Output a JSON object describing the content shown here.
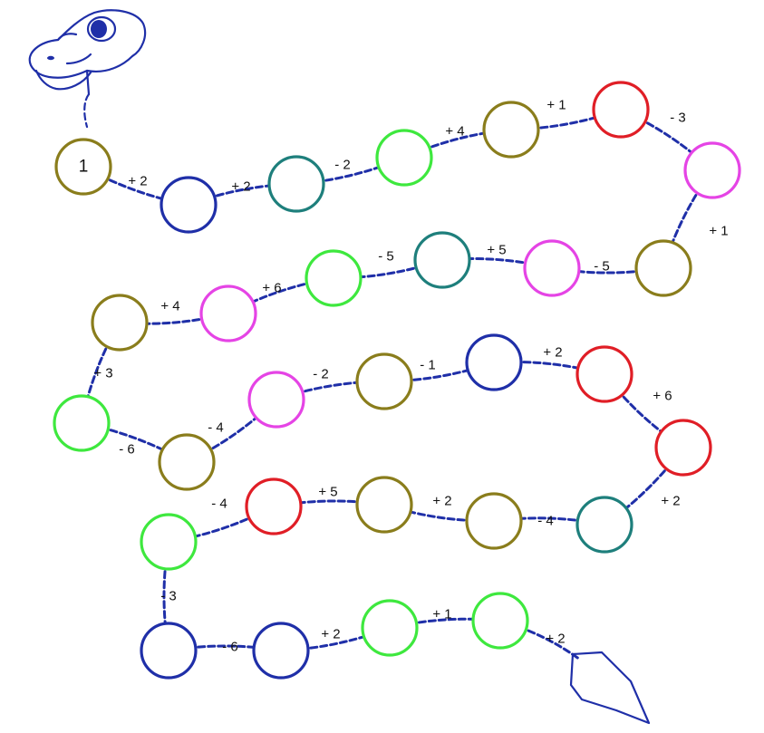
{
  "colors": {
    "path": "#1f2fa8",
    "olive": "#8a7d1c",
    "blue": "#1f2fa8",
    "teal": "#1e7f7c",
    "green": "#3ee83e",
    "red": "#e01e26",
    "magenta": "#e544e5",
    "snake": "#1f2fa8"
  },
  "board": {
    "start_label": "1",
    "cell_colors": [
      "olive",
      "blue",
      "teal",
      "green",
      "olive",
      "red",
      "magenta",
      "olive",
      "magenta",
      "teal",
      "green",
      "magenta",
      "olive",
      "green",
      "olive",
      "magenta",
      "olive",
      "blue",
      "red",
      "red",
      "teal",
      "olive",
      "olive",
      "red",
      "green",
      "blue",
      "blue",
      "green",
      "green"
    ],
    "steps": [
      "+ 2",
      "+ 2",
      "- 2",
      "+ 4",
      "+ 1",
      "- 3",
      "+ 1",
      "- 5",
      "+ 5",
      "- 5",
      "+ 6",
      "+ 4",
      "+ 3",
      "- 6",
      "- 4",
      "- 2",
      "- 1",
      "+ 2",
      "+ 6",
      "+ 2",
      "- 4",
      "+ 2",
      "+ 5",
      "- 4",
      "- 3",
      "- 6",
      "+ 2",
      "+ 1",
      "+ 2"
    ]
  }
}
